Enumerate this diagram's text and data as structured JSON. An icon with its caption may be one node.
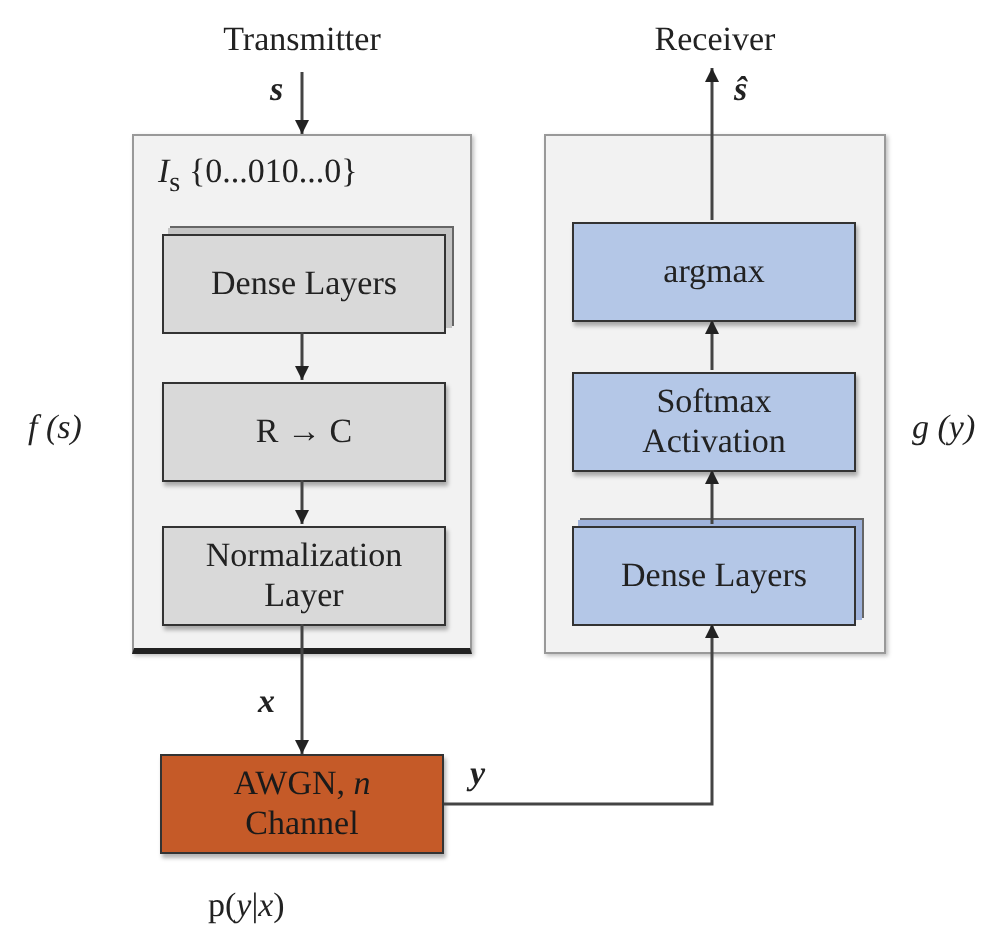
{
  "diagram": {
    "nodes": [
      {
        "text": [
          "Transmitter",
          "*I*$_{s}$  {0...010...0}"
        ],
        "beside": [
          "f (s)"
        ]
      },
      {
        "text": [
          "Dense Layers"
        ],
        "in": 0
      },
      {
        "text": [
          "R → C"
        ],
        "in": 0
      },
      {
        "text": [
          "Normalization Layer"
        ],
        "in": 0
      },
      {
        "text": [
          "Receiver"
        ],
        "beside": [
          "g (y)"
        ]
      },
      {
        "text": [
          "argmax"
        ],
        "in": 4
      },
      {
        "text": [
          "Softmax Activation"
        ],
        "in": 4
      },
      {
        "text": [
          "Dense Layers"
        ],
        "in": 4
      },
      {
        "text": [
          "AWGN, *n* Channel"
        ],
        "beside": [
          "p(*y*|*x*)"
        ]
      }
    ],
    "edges": [
      {
        "from": null,
        "to": 0,
        "arrow": "to",
        "label": "s"
      },
      {
        "from": 1,
        "to": 2,
        "arrow": "to"
      },
      {
        "from": 2,
        "to": 3,
        "arrow": "to"
      },
      {
        "from": 3,
        "to": 8,
        "arrow": "to",
        "label": "x"
      },
      {
        "from": 8,
        "to": 7,
        "arrow": "to",
        "label": "y"
      },
      {
        "from": 7,
        "to": 6,
        "arrow": "to"
      },
      {
        "from": 6,
        "to": 5,
        "arrow": "to"
      },
      {
        "from": 5,
        "to": null,
        "arrow": "to",
        "label": "ŝ"
      }
    ]
  }
}
